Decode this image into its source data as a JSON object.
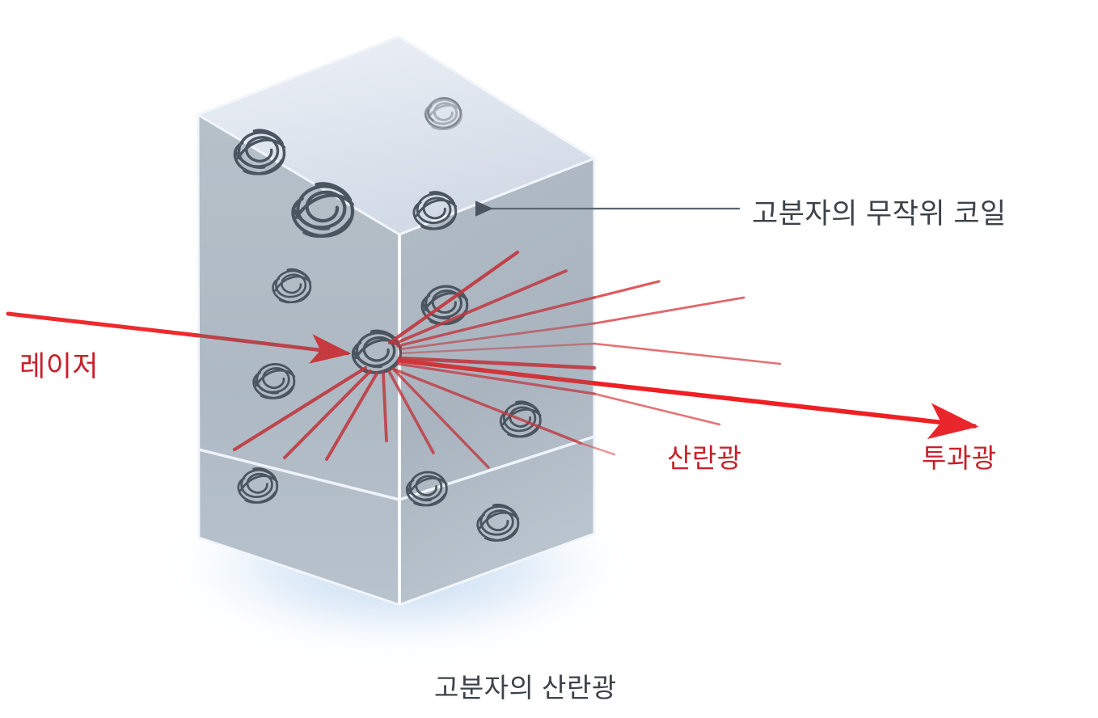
{
  "figure": {
    "caption": "고분자의 산란광",
    "background_color": "#ffffff"
  },
  "annotations": {
    "coil_label": "고분자의 무작위 코일",
    "laser_label": "레이저",
    "scattered_label": "산란광",
    "transmitted_label": "투과광"
  },
  "colors": {
    "label_dark": "#3c4248",
    "label_red": "#c8202a",
    "beam_red": "#e8262b",
    "scatter_ray": "#c0373f",
    "coil_stroke": "#4a5560",
    "box_top": "#dde3ec",
    "box_left": "#b0bac4",
    "box_right": "#aab4bf",
    "box_floor": "#c3d6ec",
    "glow": "#cfe0f2"
  },
  "geometry": {
    "box_apex_top": "493,45",
    "box_left_top": "245,142",
    "box_right_top": "735,196",
    "box_front_top": "494,290",
    "box_left_bottom": "246,665",
    "box_front_bottom": "494,748",
    "box_right_bottom": "735,660",
    "scatter_center": "465,435"
  },
  "elements": {
    "coils_count": 14,
    "scattered_rays_count": 16,
    "laser_beam": "incident left to scatter center",
    "transmitted_beam": "scatter center to lower right"
  }
}
